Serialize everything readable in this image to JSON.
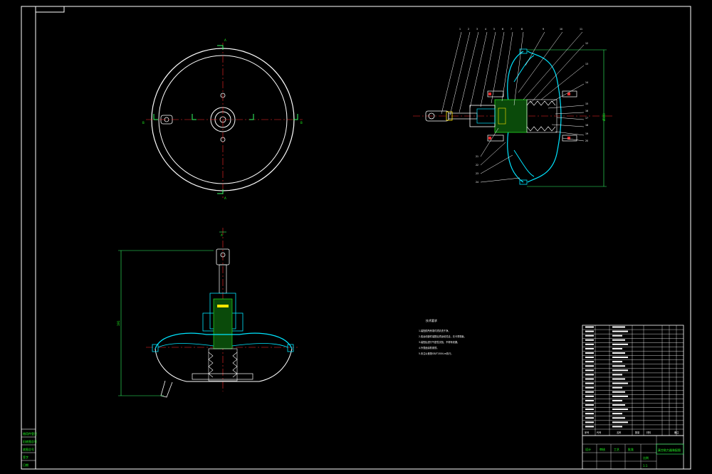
{
  "colors": {
    "background": "#000000",
    "outline": "#ffffff",
    "section": "#00e5ff",
    "dimension": "#33ff66",
    "center": "#ff2a2a",
    "highlight": "#ffe600",
    "hatch": "#22dd22"
  },
  "top_view": {
    "section_marks": [
      "A",
      "A",
      "B",
      "B"
    ]
  },
  "right_view": {
    "leader_labels": [
      "1",
      "2",
      "3",
      "4",
      "5",
      "6",
      "7",
      "8",
      "9",
      "10",
      "11",
      "12",
      "13",
      "14",
      "15",
      "16",
      "17",
      "18",
      "19",
      "20",
      "21",
      "22",
      "23",
      "24"
    ],
    "dimension_text": "Ø300"
  },
  "bottom_view": {
    "center_label": "A",
    "dimension_text": "191"
  },
  "notes": {
    "title": "技术要求",
    "lines": [
      "1.装配前所有零件须清洗干净。",
      "2.各运动部件装配后须运动灵活，无卡滞现象。",
      "3.装配后进行气密性试验，不得有泄漏。",
      "4.外表面涂防锈漆。",
      "5.未注公差按GB/T1804-m执行。"
    ]
  },
  "parts_table": {
    "rows": 24,
    "header": [
      "序号",
      "代号",
      "名称",
      "数量",
      "材料",
      "备注"
    ]
  },
  "title_block": {
    "drawing_title": "真空助力器装配图",
    "labels": [
      "设计",
      "审核",
      "工艺",
      "批准",
      "比例",
      "1:1"
    ]
  },
  "sidebar": {
    "labels": [
      "借用件登记",
      "旧底图总号",
      "底图总号",
      "签字",
      "日期"
    ]
  }
}
